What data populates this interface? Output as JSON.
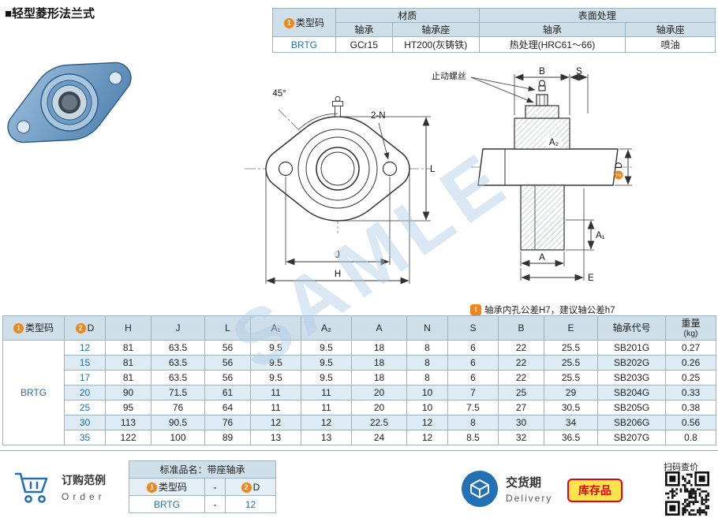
{
  "page": {
    "title": "■轻型菱形法兰式",
    "watermark": "SAMLE"
  },
  "colors": {
    "accent_orange": "#f08519",
    "link_blue": "#2470b5",
    "table_header_bg": "#cfdfe9",
    "row_alt_bg": "#dcebf4",
    "stock_yellow": "#ffe34d",
    "stock_red": "#e60012"
  },
  "spec_table": {
    "circle1": "1",
    "h_type": "类型码",
    "h_material": "材质",
    "h_surface": "表面处理",
    "h_bearing_m": "轴承",
    "h_housing_m": "轴承座",
    "h_bearing_s": "轴承",
    "h_housing_s": "轴承座",
    "type_code": "BRTG",
    "bearing_material": "GCr15",
    "housing_material": "HT200(灰铸铁)",
    "bearing_surface": "热处理(HRC61～66)",
    "housing_surface": "喷油"
  },
  "drawing": {
    "angle": "45°",
    "holes": "2-N",
    "dim_J": "J",
    "dim_H": "H",
    "dim_L": "L",
    "set_screw": "止动螺丝",
    "dim_B": "B",
    "dim_S": "S",
    "dim_A2": "A₂",
    "dim_A1": "A₁",
    "dim_A": "A",
    "dim_E": "E",
    "circle2": "2",
    "dim_D": "D",
    "note_icon": "!",
    "note": "轴承内孔公差H7，建议轴公差h7"
  },
  "main_table": {
    "type_code": "BRTG",
    "headers": [
      {
        "num": "1",
        "label": "类型码"
      },
      {
        "num": "2",
        "label": "D"
      },
      {
        "label": "H"
      },
      {
        "label": "J"
      },
      {
        "label": "L"
      },
      {
        "label": "A₁"
      },
      {
        "label": "A₂"
      },
      {
        "label": "A"
      },
      {
        "label": "N"
      },
      {
        "label": "S"
      },
      {
        "label": "B"
      },
      {
        "label": "E"
      },
      {
        "label": "轴承代号"
      },
      {
        "label": "重量",
        "sub": "(kg)"
      }
    ],
    "rows": [
      [
        "12",
        "81",
        "63.5",
        "56",
        "9.5",
        "9.5",
        "18",
        "8",
        "6",
        "22",
        "25.5",
        "SB201G",
        "0.27"
      ],
      [
        "15",
        "81",
        "63.5",
        "56",
        "9.5",
        "9.5",
        "18",
        "8",
        "6",
        "22",
        "25.5",
        "SB202G",
        "0.26"
      ],
      [
        "17",
        "81",
        "63.5",
        "56",
        "9.5",
        "9.5",
        "18",
        "8",
        "6",
        "22",
        "25.5",
        "SB203G",
        "0.25"
      ],
      [
        "20",
        "90",
        "71.5",
        "61",
        "11",
        "11",
        "20",
        "10",
        "7",
        "25",
        "29",
        "SB204G",
        "0.33"
      ],
      [
        "25",
        "95",
        "76",
        "64",
        "11",
        "11",
        "20",
        "10",
        "7.5",
        "27",
        "30.5",
        "SB205G",
        "0.38"
      ],
      [
        "30",
        "113",
        "90.5",
        "76",
        "12",
        "12",
        "22.5",
        "12",
        "8",
        "30",
        "34",
        "SB206G",
        "0.56"
      ],
      [
        "35",
        "122",
        "100",
        "89",
        "13",
        "13",
        "24",
        "12",
        "8.5",
        "32",
        "36.5",
        "SB207G",
        "0.8"
      ]
    ]
  },
  "footer": {
    "order_title": "订购范例",
    "order_en": "Order",
    "sample_header": "标准品名：带座轴承",
    "circle1": "1",
    "circle2": "2",
    "sample_col_type": "类型码",
    "sample_col_d": "D",
    "dash": "-",
    "sample_type": "BRTG",
    "sample_d": "12",
    "delivery_title": "交货期",
    "delivery_en": "Delivery",
    "stock_badge": "库存品",
    "qr_label": "扫码查价"
  }
}
